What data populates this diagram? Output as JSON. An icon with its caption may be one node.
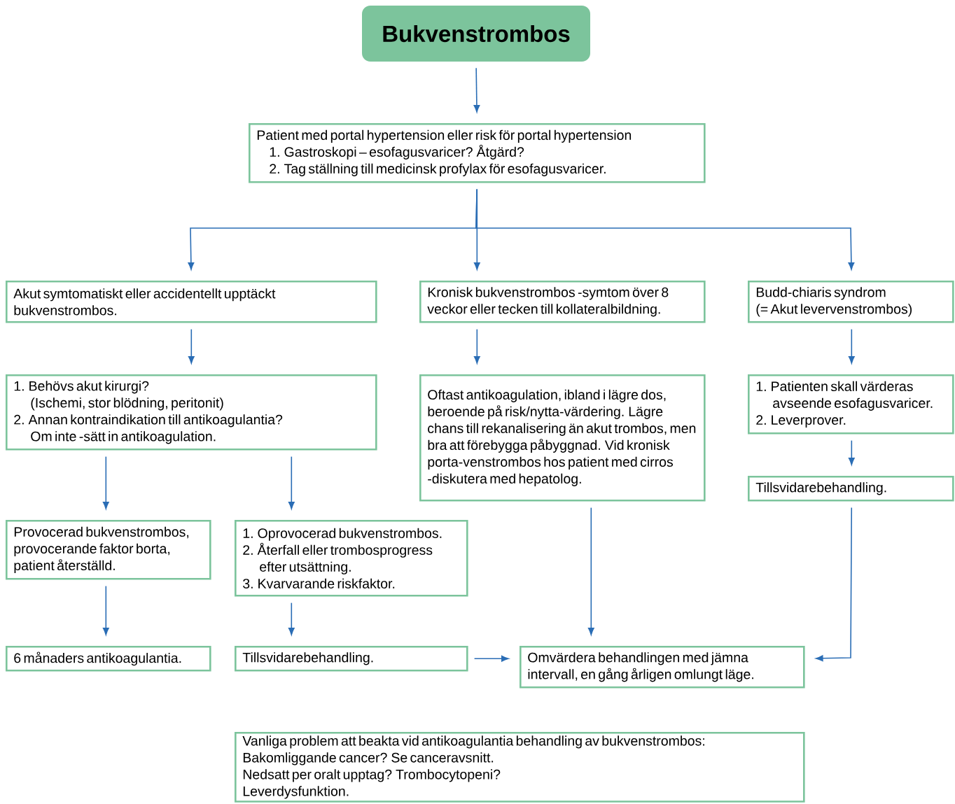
{
  "diagram": {
    "nodes": [
      {
        "text": [
          "Bukvenstrombos"
        ]
      },
      {
        "text": [
          "Patient med portal hypertension eller risk för portal hypertension",
          "1. Gastroskopi – esofagusvaricer? Åtgärd?",
          "2. Tag ställning till medicinsk profylax för esofagusvaricer."
        ]
      },
      {
        "text": [
          "Akut symtomatiskt eller accidentellt upptäckt bukvenstrombos."
        ]
      },
      {
        "text": [
          "Kronisk bukvenstrombos -symtom över 8 veckor eller tecken till kollateralbildning."
        ]
      },
      {
        "text": [
          "Budd-chiaris syndrom",
          "(= Akut levervenstrombos)"
        ]
      },
      {
        "text": [
          "1. Behövs akut kirurgi?",
          "(Ischemi, stor blödning, peritonit)",
          "2. Annan kontraindikation till antikoagulantia?",
          "Om inte -sätt in antikoagulation."
        ]
      },
      {
        "text": [
          "Oftast antikoagulation, ibland i lägre dos, beroende på risk/nytta-värdering. Lägre chans till rekanalisering än akut trombos, men bra att förebygga påbyggnad. Vid kronisk porta-venstrombos hos patient med cirros -diskutera med hepatolog."
        ]
      },
      {
        "text": [
          "1. Patienten skall värderas avseende esofagusvaricer.",
          "2. Leverprover."
        ]
      },
      {
        "text": [
          "Tillsvidarebehandling."
        ]
      },
      {
        "text": [
          "Provocerad bukvenstrombos, provocerande faktor borta, patient återställd."
        ]
      },
      {
        "text": [
          "1. Oprovocerad bukvenstrombos.",
          "2. Återfall eller trombosprogress efter utsättning.",
          "3. Kvarvarande riskfaktor."
        ]
      },
      {
        "text": [
          "6 månaders antikoagulantia."
        ]
      },
      {
        "text": [
          "Tillsvidarebehandling."
        ]
      },
      {
        "text": [
          "Omvärdera behandlingen med jämna intervall, en gång årligen omlungt läge."
        ]
      },
      {
        "text": [
          "Vanliga problem att beakta vid antikoagulantia behandling av bukvenstrombos:",
          "Bakomliggande cancer? Se canceravsnitt.",
          "Nedsatt per oralt upptag? Trombocytopeni?",
          "Leverdysfunktion."
        ]
      }
    ],
    "edges": [
      {
        "from": 0,
        "to": 1,
        "arrow": "to"
      },
      {
        "from": 1,
        "to": 2,
        "arrow": "to"
      },
      {
        "from": 1,
        "to": 3,
        "arrow": "to"
      },
      {
        "from": 1,
        "to": 4,
        "arrow": "to"
      },
      {
        "from": 2,
        "to": 5,
        "arrow": "to"
      },
      {
        "from": 3,
        "to": 6,
        "arrow": "to"
      },
      {
        "from": 4,
        "to": 7,
        "arrow": "to"
      },
      {
        "from": 5,
        "to": 9,
        "arrow": "to"
      },
      {
        "from": 5,
        "to": 10,
        "arrow": "to"
      },
      {
        "from": 6,
        "to": 13,
        "arrow": "to"
      },
      {
        "from": 7,
        "to": 8,
        "arrow": "to"
      },
      {
        "from": 8,
        "to": 13,
        "arrow": "to"
      },
      {
        "from": 9,
        "to": 11,
        "arrow": "to"
      },
      {
        "from": 10,
        "to": 12,
        "arrow": "to"
      },
      {
        "from": 12,
        "to": 13,
        "arrow": "to"
      }
    ]
  }
}
